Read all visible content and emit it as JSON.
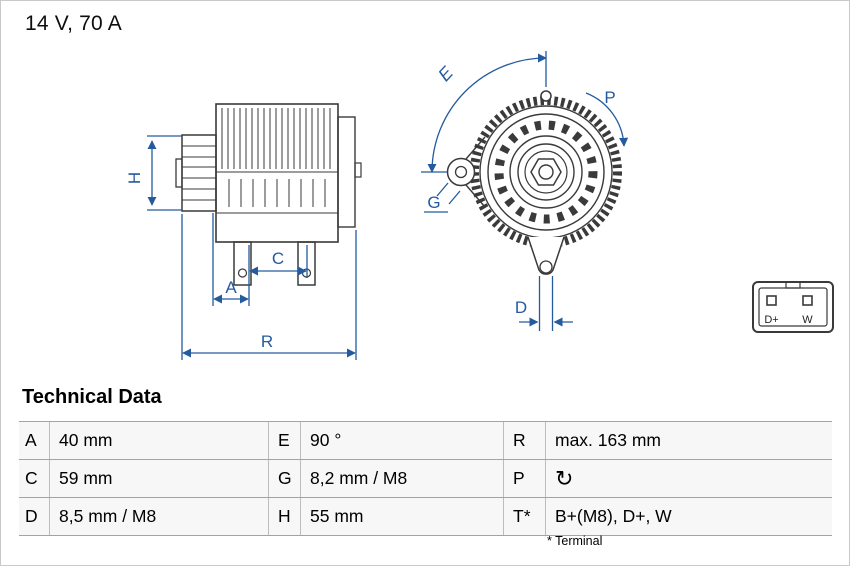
{
  "header": {
    "rating": "14 V, 70 A"
  },
  "colors": {
    "dimension_blue": "#245A9E",
    "drawing_gray": "#3A3A3A"
  },
  "drawing": {
    "dimension_labels": {
      "h": "H",
      "c": "C",
      "a": "A",
      "r": "R",
      "e": "E",
      "p": "P",
      "g": "G",
      "d": "D"
    },
    "connector_pins": {
      "pin1": "D+",
      "pin2": "W"
    }
  },
  "technical_data": {
    "title": "Technical Data",
    "rows": [
      {
        "k1": "A",
        "v1": "40 mm",
        "k2": "E",
        "v2": "90 °",
        "k3": "R",
        "v3": "max. 163 mm"
      },
      {
        "k1": "C",
        "v1": "59 mm",
        "k2": "G",
        "v2": "8,2 mm / M8",
        "k3": "P",
        "v3": "↻"
      },
      {
        "k1": "D",
        "v1": "8,5 mm / M8",
        "k2": "H",
        "v2": "55 mm",
        "k3": "T*",
        "v3": "B+(M8), D+, W"
      }
    ],
    "footnote": "* Terminal"
  }
}
